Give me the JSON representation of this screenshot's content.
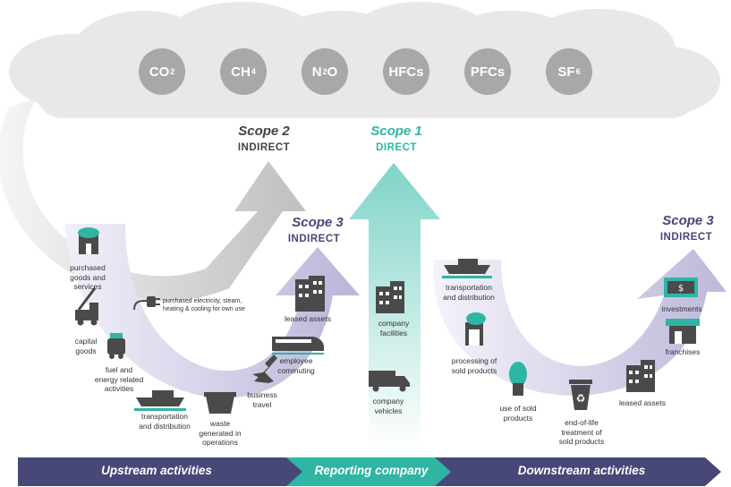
{
  "gases": [
    {
      "base": "CO",
      "sub": "2"
    },
    {
      "base": "CH",
      "sub": "4"
    },
    {
      "base": "N",
      "sub": "2",
      "tail": "O"
    },
    {
      "base": "HFCs",
      "sub": ""
    },
    {
      "base": "PFCs",
      "sub": ""
    },
    {
      "base": "SF",
      "sub": "6"
    }
  ],
  "scope2": {
    "title": "Scope 2",
    "subtitle": "INDIRECT"
  },
  "scope1": {
    "title": "Scope 1",
    "subtitle": "DIRECT"
  },
  "scope3_upstream": {
    "title": "Scope 3",
    "subtitle": "INDIRECT"
  },
  "scope3_downstream": {
    "title": "Scope 3",
    "subtitle": "INDIRECT"
  },
  "labels": {
    "purchased_goods": "purchased\ngoods and\nservices",
    "capital_goods": "capital\ngoods",
    "fuel_energy": "fuel and\nenergy related\nactivities",
    "transport_up": "transportation\nand distribution",
    "waste": "waste\ngenerated in\noperations",
    "business_travel": "business\ntravel",
    "employee_commuting": "employee\ncommuting",
    "leased_assets_up": "leased assets",
    "purchased_electricity": "purchased electricity, steam,\nheating & cooling for own use",
    "company_facilities": "company\nfacilities",
    "company_vehicles": "company\nvehicles",
    "transport_down": "transportation\nand distribution",
    "processing": "processing of\nsold products",
    "use_of_sold": "use of sold\nproducts",
    "end_of_life": "end-of-life\ntreatment of\nsold products",
    "leased_assets_down": "leased assets",
    "franchises": "franchises",
    "investments": "investments"
  },
  "bar": {
    "upstream": "Upstream activities",
    "reporting": "Reporting company",
    "downstream": "Downstream activities"
  },
  "colors": {
    "teal": "#2fb5a4",
    "purple": "#474778",
    "gray": "#a8a8a8",
    "cloud": "#e6e6e6",
    "lavender": "#c9c6e0",
    "icon": "#4a4a4a"
  }
}
